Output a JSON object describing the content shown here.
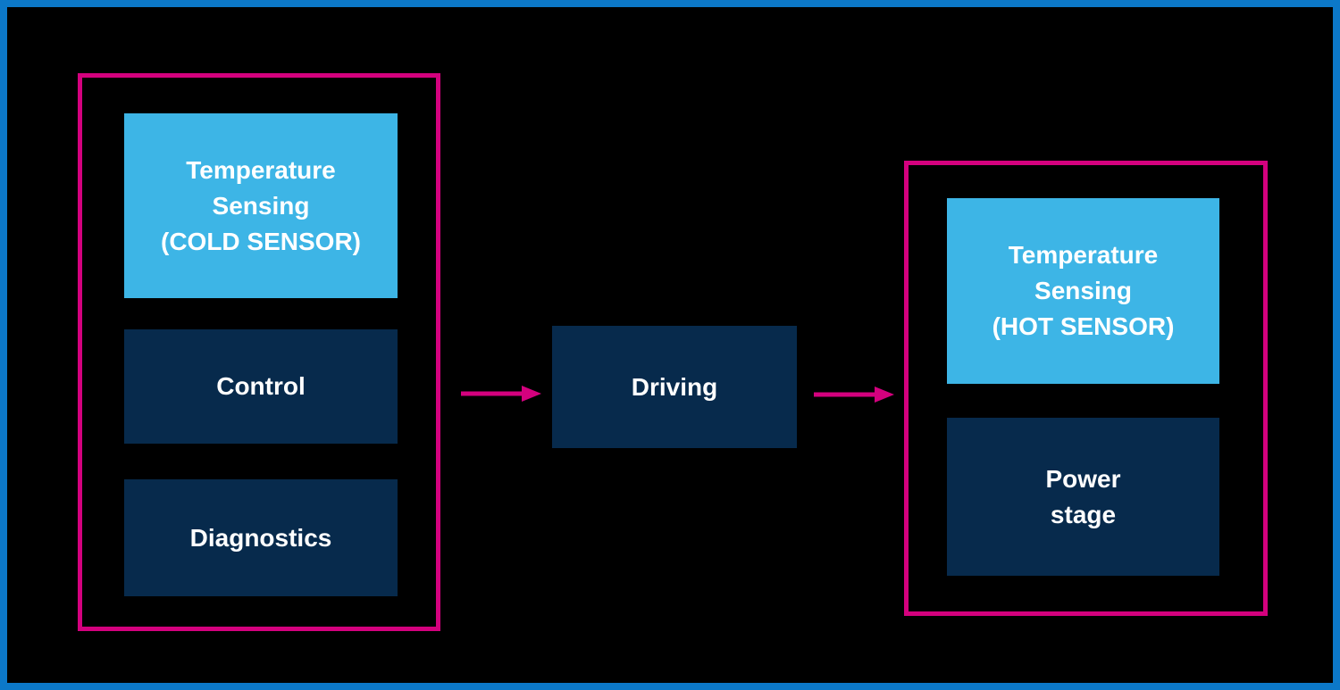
{
  "colors": {
    "background": "#000000",
    "outer_border_blue": "#0c78c8",
    "group_border_magenta": "#d4017e",
    "block_light_blue": "#3db5e6",
    "block_navy": "#072a4c",
    "arrow_magenta": "#d4017e",
    "text_white": "#ffffff"
  },
  "diagram": {
    "left_group": {
      "temperature_cold": {
        "lines": [
          "Temperature",
          "Sensing",
          "(COLD SENSOR)"
        ]
      },
      "control": {
        "label": "Control"
      },
      "diagnostics": {
        "label": "Diagnostics"
      }
    },
    "driving": {
      "label": "Driving"
    },
    "right_group": {
      "temperature_hot": {
        "lines": [
          "Temperature",
          "Sensing",
          "(HOT SENSOR)"
        ]
      },
      "power_stage": {
        "lines": [
          "Power",
          "stage"
        ]
      }
    },
    "arrows": [
      {
        "from": "left-group",
        "to": "driving-block"
      },
      {
        "from": "driving-block",
        "to": "right-group"
      }
    ]
  }
}
